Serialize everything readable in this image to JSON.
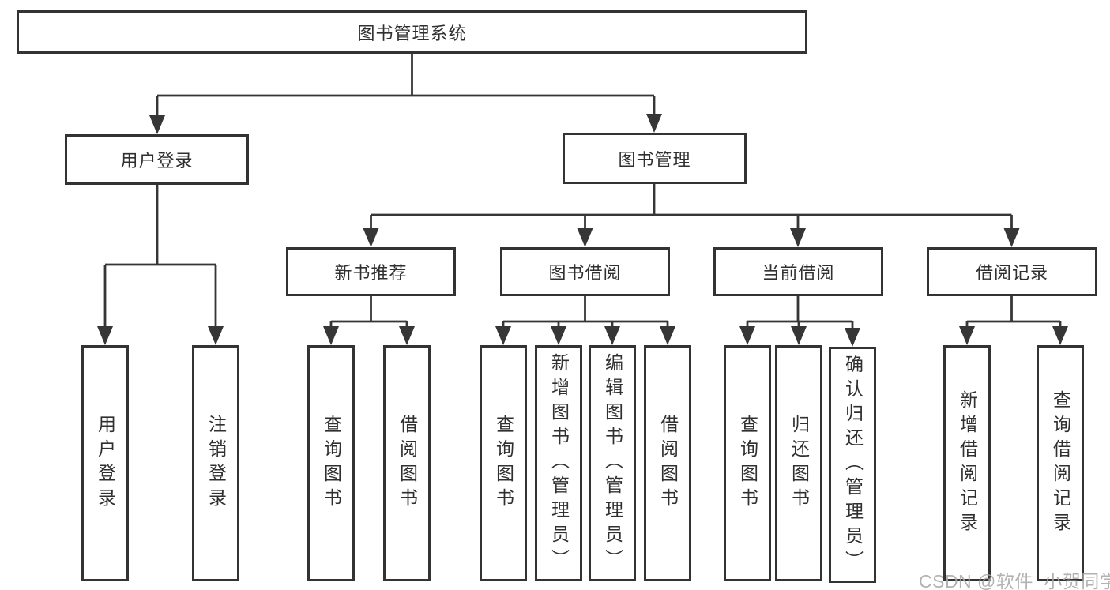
{
  "diagram": {
    "title": "图书管理系统",
    "root": {
      "label": "图书管理系统"
    },
    "branches": [
      {
        "label": "用户登录",
        "children": [
          {
            "label": "用户登录"
          },
          {
            "label": "注销登录"
          }
        ]
      },
      {
        "label": "图书管理",
        "children": [
          {
            "label": "新书推荐",
            "children": [
              {
                "label": "查询图书"
              },
              {
                "label": "借阅图书"
              }
            ]
          },
          {
            "label": "图书借阅",
            "children": [
              {
                "label": "查询图书"
              },
              {
                "label": "新增图书（管理员）"
              },
              {
                "label": "编辑图书（管理员）"
              },
              {
                "label": "借阅图书"
              }
            ]
          },
          {
            "label": "当前借阅",
            "children": [
              {
                "label": "查询图书"
              },
              {
                "label": "归还图书"
              },
              {
                "label": "确认归还（管理员）"
              }
            ]
          },
          {
            "label": "借阅记录",
            "children": [
              {
                "label": "新增借阅记录"
              },
              {
                "label": "查询借阅记录"
              }
            ]
          }
        ]
      }
    ],
    "line_color": "#363636",
    "border_color": "#333333"
  },
  "watermark": {
    "text": "CSDN @软件_小贺同学"
  }
}
